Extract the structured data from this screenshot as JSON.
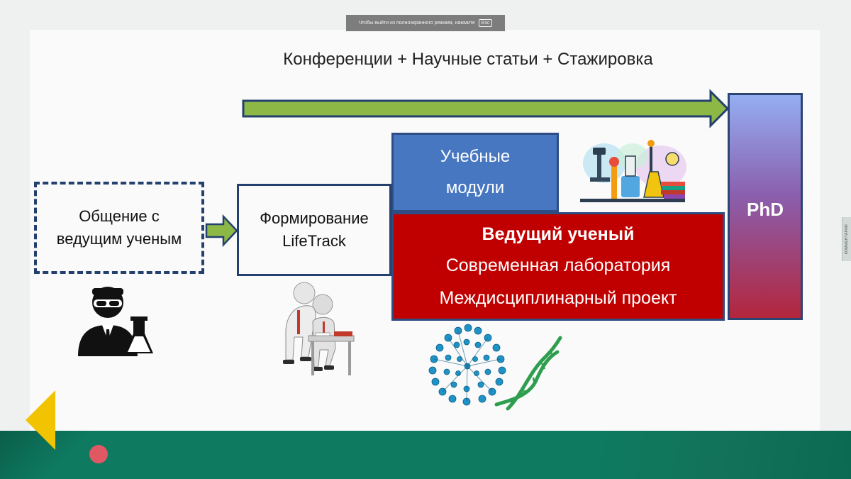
{
  "fullscreen_hint": {
    "text": "Чтобы выйти из полноэкранного режима, нажмите",
    "key": "Esc"
  },
  "comments_tab": {
    "label": "КОММЕНТАРИИ"
  },
  "slide": {
    "top_text": "Конференции + Научные статьи + Стажировка",
    "phd_label": "PhD",
    "communication_box": {
      "line1": "Общение с",
      "line2": "ведущим ученым"
    },
    "lifetrack_box": {
      "line1": "Формирование",
      "line2": "LifeTrack"
    },
    "modules_box": {
      "line1": "Учебные",
      "line2": "модули"
    },
    "lead_box": {
      "title": "Ведущий ученый",
      "line1": "Современная лаборатория",
      "line2": "Междисциплинарный проект"
    }
  },
  "colors": {
    "arrow_green": "#8db846",
    "box_border": "#24406e",
    "modules_blue": "#4677c0",
    "lead_red": "#c00000",
    "footer_green": "#0e7a60",
    "nav_yellow": "#f2c300",
    "record_red": "#e05864"
  },
  "icons": {
    "prev": "previous-slide-triangle",
    "record": "record-dot",
    "scientist": "scientist-silhouette-icon",
    "students": "students-at-desk-illustration",
    "lab": "laboratory-equipment-illustration",
    "molecule": "nanotube-dna-illustration"
  }
}
